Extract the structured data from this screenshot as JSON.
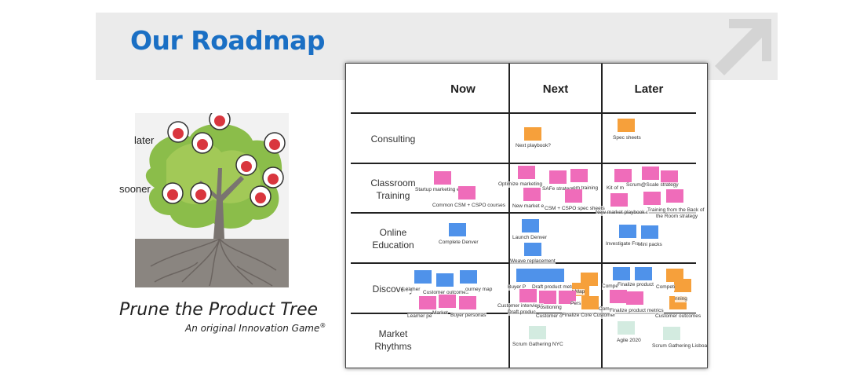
{
  "header": {
    "title": "Our Roadmap"
  },
  "tree": {
    "label_later": "later",
    "label_sooner": "sooner",
    "caption_title": "Prune the Product Tree",
    "caption_sub": "An original Innovation Game",
    "caption_mark": "®"
  },
  "board": {
    "columns": [
      "Now",
      "Next",
      "Later"
    ],
    "rows": [
      {
        "line1": "Consulting",
        "line2": ""
      },
      {
        "line1": "Classroom",
        "line2": "Training"
      },
      {
        "line1": "Online",
        "line2": "Education"
      },
      {
        "line1": "Discovery",
        "line2": ""
      },
      {
        "line1": "Market",
        "line2": "Rhythms"
      }
    ],
    "notes": {
      "next_playbook": "Next playbook?",
      "spec_sheets": "Spec sheets",
      "startup_marketing": "Startup marketing e",
      "common_csm": "Common CSM + CSPO courses",
      "optimize_marketing": "Optimize marketing",
      "safe_strategy": "SAFe strategy",
      "room_training": "om training",
      "new_market_e": "New market e",
      "csm_cspo_spec": "CSM + CSPO spec sheets",
      "kit_of": "Kit of m",
      "scrum_scale": "Scrum@Scale strategy",
      "new_market_playbook": "New market playbook c",
      "training_back": "Training from the Back of",
      "training_back2": "the Room strategy",
      "complete_denver": "Complete Denver",
      "launch_denver": "Launch Denver",
      "weave_replacement": "Weave replacement",
      "investigate": "Investigate Fra",
      "mini_packs": "Mini packs",
      "learner": "Learner",
      "customer_outcomes_1": "Customer outcomes",
      "journey_map": "ourney map",
      "buyer_p": "Buyer P",
      "draft_product_metrics": "Draft product metri",
      "customer_interviews": "Customer interviews",
      "positioning": "Positioning",
      "draft_product": "Draft produc",
      "customer_c": "Customer c",
      "finalize_core": "Finalize Core Customer",
      "pers": "Pers",
      "map": "t Map",
      "learner_pe": "Learner pe",
      "market": "Market",
      "buyer_personas": "Buyer personas",
      "finalize_product": "Finalize product",
      "compe": "Compe",
      "competi": "Competi",
      "nning": "nning",
      "finalize_product_metrics": "Finalize product metrics",
      "customer_outcomes_2": "Customer outcomes",
      "com": "Com",
      "scrum_gathering_nyc": "Scrum Gathering NYC",
      "agile_2020": "Agile 2020",
      "scrum_gathering_lisboa": "Scrum Gathering Lisboa"
    }
  },
  "colors": {
    "title": "#1a6fc4",
    "orange": "#f6a03b",
    "pink": "#ef6cba",
    "blue": "#4f92ea",
    "mint": "#d3ebe0"
  }
}
